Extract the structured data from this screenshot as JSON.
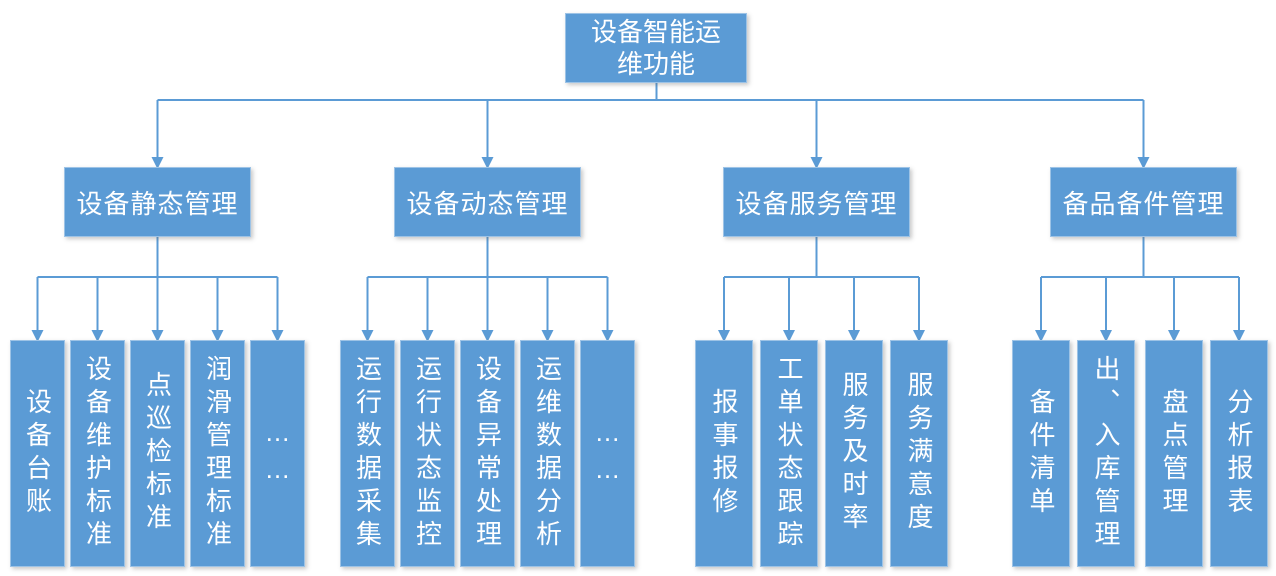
{
  "root": {
    "label": "设备智能运\n维功能"
  },
  "groups": [
    {
      "label": "设备静态管理",
      "children": [
        "设备台账",
        "设备维护标准",
        "点巡检标准",
        "润滑管理标准",
        "……"
      ]
    },
    {
      "label": "设备动态管理",
      "children": [
        "运行数据采集",
        "运行状态监控",
        "设备异常处理",
        "运维数据分析",
        "……"
      ]
    },
    {
      "label": "设备服务管理",
      "children": [
        "报事报修",
        "工单状态跟踪",
        "服务及时率",
        "服务满意度"
      ]
    },
    {
      "label": "备品备件管理",
      "children": [
        "备件清单",
        "出、入库管理",
        "盘点管理",
        "分析报表"
      ]
    }
  ],
  "colors": {
    "node_fill": "#5B9BD5",
    "node_border": "#9DC3E6",
    "connector_line": "#5B9BD5",
    "text": "#FFFFFF"
  }
}
